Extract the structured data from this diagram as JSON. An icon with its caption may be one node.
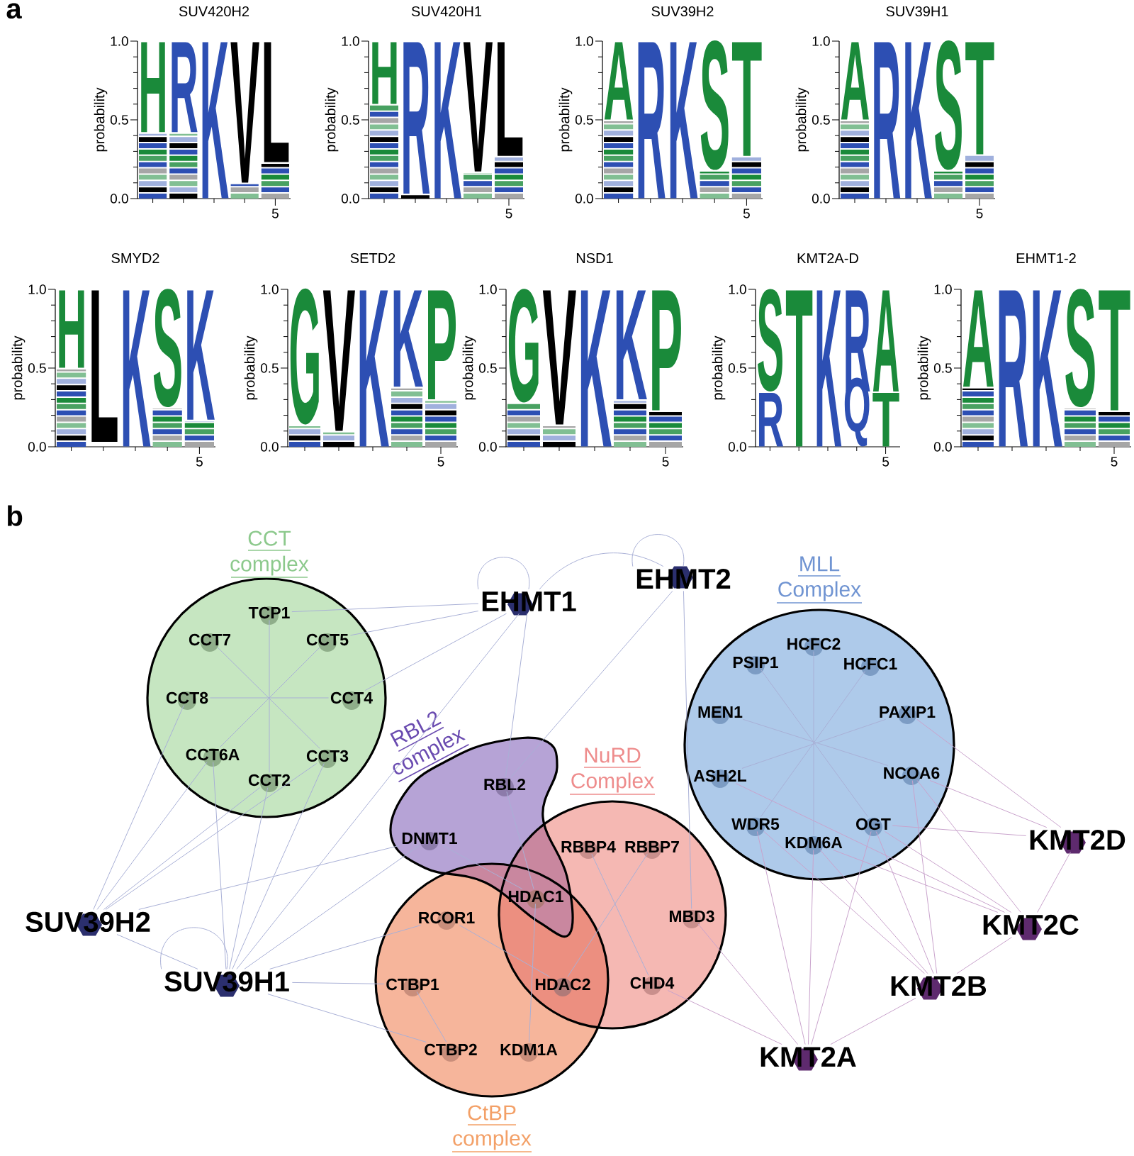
{
  "diagram": {
    "nodes": [
      {
        "text": [
          "CCT complex"
        ]
      },
      {
        "text": [
          "TCP1"
        ],
        "in": 0
      },
      {
        "text": [
          "CCT7"
        ],
        "in": 0
      },
      {
        "text": [
          "CCT5"
        ],
        "in": 0
      },
      {
        "text": [
          "CCT8"
        ],
        "in": 0
      },
      {
        "text": [
          "CCT4"
        ],
        "in": 0
      },
      {
        "text": [
          "CCT6A"
        ],
        "in": 0
      },
      {
        "text": [
          "CCT3"
        ],
        "in": 0
      },
      {
        "text": [
          "CCT2"
        ],
        "in": 0
      },
      {
        "text": [
          "RBL2 complex"
        ]
      },
      {
        "text": [
          "RBL2"
        ],
        "in": 9
      },
      {
        "text": [
          "DNMT1"
        ],
        "in": 9
      },
      {
        "text": [
          "NuRD Complex"
        ]
      },
      {
        "text": [
          "RBBP4"
        ],
        "in": 12
      },
      {
        "text": [
          "RBBP7"
        ],
        "in": 12
      },
      {
        "text": [
          "MBD3"
        ],
        "in": 12
      },
      {
        "text": [
          "CHD4"
        ],
        "in": 12
      },
      {
        "text": [
          "CtBP complex"
        ]
      },
      {
        "text": [
          "RCOR1"
        ],
        "in": 17
      },
      {
        "text": [
          "CTBP1"
        ],
        "in": 17
      },
      {
        "text": [
          "CTBP2"
        ],
        "in": 17
      },
      {
        "text": [
          "KDM1A"
        ],
        "in": 17
      },
      {
        "text": [
          "HDAC1"
        ]
      },
      {
        "text": [
          "HDAC2"
        ]
      },
      {
        "text": [
          "MLL Complex"
        ]
      },
      {
        "text": [
          "HCFC2"
        ],
        "in": 24
      },
      {
        "text": [
          "PSIP1"
        ],
        "in": 24
      },
      {
        "text": [
          "HCFC1"
        ],
        "in": 24
      },
      {
        "text": [
          "MEN1"
        ],
        "in": 24
      },
      {
        "text": [
          "PAXIP1"
        ],
        "in": 24
      },
      {
        "text": [
          "ASH2L"
        ],
        "in": 24
      },
      {
        "text": [
          "NCOA6"
        ],
        "in": 24
      },
      {
        "text": [
          "WDR5"
        ],
        "in": 24
      },
      {
        "text": [
          "OGT"
        ],
        "in": 24
      },
      {
        "text": [
          "KDM6A"
        ],
        "in": 24
      },
      {
        "text": [
          "EHMT1"
        ]
      },
      {
        "text": [
          "EHMT2"
        ]
      },
      {
        "text": [
          "SUV39H2"
        ]
      },
      {
        "text": [
          "SUV39H1"
        ]
      },
      {
        "text": [
          "KMT2D"
        ]
      },
      {
        "text": [
          "KMT2C"
        ]
      },
      {
        "text": [
          "KMT2B"
        ]
      },
      {
        "text": [
          "KMT2A"
        ]
      }
    ],
    "edges": [
      {
        "from": 35,
        "to": 1,
        "arrow": "none"
      },
      {
        "from": 35,
        "to": 3,
        "arrow": "none"
      },
      {
        "from": 35,
        "to": 5,
        "arrow": "none"
      },
      {
        "from": 35,
        "to": 10,
        "arrow": "none"
      },
      {
        "from": 35,
        "to": 38,
        "arrow": "none"
      },
      {
        "from": 35,
        "to": 36,
        "arrow": "none"
      },
      {
        "from": 35,
        "to": 35,
        "arrow": "none"
      },
      {
        "from": 36,
        "to": 10,
        "arrow": "none"
      },
      {
        "from": 36,
        "to": 15,
        "arrow": "none"
      },
      {
        "from": 36,
        "to": 36,
        "arrow": "none"
      },
      {
        "from": 37,
        "to": 4,
        "arrow": "none"
      },
      {
        "from": 37,
        "to": 6,
        "arrow": "none"
      },
      {
        "from": 37,
        "to": 8,
        "arrow": "none"
      },
      {
        "from": 37,
        "to": 7,
        "arrow": "none"
      },
      {
        "from": 37,
        "to": 11,
        "arrow": "none"
      },
      {
        "from": 37,
        "to": 38,
        "arrow": "none"
      },
      {
        "from": 38,
        "to": 6,
        "arrow": "none"
      },
      {
        "from": 38,
        "to": 8,
        "arrow": "none"
      },
      {
        "from": 38,
        "to": 7,
        "arrow": "none"
      },
      {
        "from": 38,
        "to": 11,
        "arrow": "none"
      },
      {
        "from": 38,
        "to": 18,
        "arrow": "none"
      },
      {
        "from": 38,
        "to": 19,
        "arrow": "none"
      },
      {
        "from": 38,
        "to": 20,
        "arrow": "none"
      },
      {
        "from": 38,
        "to": 38,
        "arrow": "none"
      },
      {
        "from": 39,
        "to": 29,
        "arrow": "none",
        "color": "#c9a3cc"
      },
      {
        "from": 39,
        "to": 31,
        "arrow": "none",
        "color": "#c9a3cc"
      },
      {
        "from": 39,
        "to": 33,
        "arrow": "none",
        "color": "#c9a3cc"
      },
      {
        "from": 39,
        "to": 40,
        "arrow": "none",
        "color": "#c9a3cc"
      },
      {
        "from": 40,
        "to": 30,
        "arrow": "none",
        "color": "#c9a3cc"
      },
      {
        "from": 40,
        "to": 31,
        "arrow": "none",
        "color": "#c9a3cc"
      },
      {
        "from": 40,
        "to": 33,
        "arrow": "none",
        "color": "#c9a3cc"
      },
      {
        "from": 40,
        "to": 34,
        "arrow": "none",
        "color": "#c9a3cc"
      },
      {
        "from": 40,
        "to": 41,
        "arrow": "none",
        "color": "#c9a3cc"
      },
      {
        "from": 41,
        "to": 31,
        "arrow": "none",
        "color": "#c9a3cc"
      },
      {
        "from": 41,
        "to": 32,
        "arrow": "none",
        "color": "#c9a3cc"
      },
      {
        "from": 41,
        "to": 33,
        "arrow": "none",
        "color": "#c9a3cc"
      },
      {
        "from": 41,
        "to": 34,
        "arrow": "none",
        "color": "#c9a3cc"
      },
      {
        "from": 41,
        "to": 42,
        "arrow": "none",
        "color": "#c9a3cc"
      },
      {
        "from": 42,
        "to": 32,
        "arrow": "none",
        "color": "#c9a3cc"
      },
      {
        "from": 42,
        "to": 34,
        "arrow": "none",
        "color": "#c9a3cc"
      },
      {
        "from": 42,
        "to": 33,
        "arrow": "none",
        "color": "#c9a3cc"
      },
      {
        "from": 42,
        "to": 15,
        "arrow": "none",
        "color": "#c9a3cc"
      },
      {
        "from": 42,
        "to": 16,
        "arrow": "none",
        "color": "#c9a3cc"
      },
      {
        "from": 1,
        "to": 8,
        "arrow": "none"
      },
      {
        "from": 2,
        "to": 7,
        "arrow": "none"
      },
      {
        "from": 3,
        "to": 6,
        "arrow": "none"
      },
      {
        "from": 4,
        "to": 5,
        "arrow": "none"
      },
      {
        "from": 25,
        "to": 34,
        "arrow": "none"
      },
      {
        "from": 26,
        "to": 33,
        "arrow": "none"
      },
      {
        "from": 28,
        "to": 31,
        "arrow": "none"
      },
      {
        "from": 27,
        "to": 32,
        "arrow": "none"
      },
      {
        "from": 30,
        "to": 29,
        "arrow": "none"
      },
      {
        "from": 13,
        "to": 16,
        "arrow": "none"
      },
      {
        "from": 14,
        "to": 23,
        "arrow": "none"
      },
      {
        "from": 22,
        "to": 21,
        "arrow": "none"
      },
      {
        "from": 18,
        "to": 23,
        "arrow": "none"
      },
      {
        "from": 19,
        "to": 20,
        "arrow": "none"
      },
      {
        "from": 11,
        "to": 22,
        "arrow": "none"
      },
      {
        "from": 10,
        "to": 22,
        "arrow": "none"
      }
    ],
    "labels": [
      "a",
      "SUV420H2",
      "1.0",
      "0.5",
      "0.0",
      "probability",
      "H",
      "R",
      "K",
      "V",
      "L",
      "5",
      "SUV420H1",
      "1.0",
      "0.5",
      "0.0",
      "probability",
      "H",
      "R",
      "K",
      "V",
      "L",
      "5",
      "SUV39H2",
      "1.0",
      "0.5",
      "0.0",
      "probability",
      "A",
      "R",
      "K",
      "S",
      "T",
      "5",
      "SUV39H1",
      "1.0",
      "0.5",
      "0.0",
      "probability",
      "A",
      "R",
      "K",
      "S",
      "T",
      "5",
      "SMYD2",
      "1.0",
      "0.5",
      "0.0",
      "probability",
      "H",
      "L",
      "K",
      "S",
      "K",
      "5",
      "SETD2",
      "1.0",
      "0.5",
      "0.0",
      "probability",
      "G",
      "V",
      "K",
      "K",
      "P",
      "5",
      "NSD1",
      "1.0",
      "0.5",
      "0.0",
      "probability",
      "G",
      "V",
      "K",
      "K",
      "P",
      "5",
      "KMT2A-D",
      "1.0",
      "0.5",
      "0.0",
      "probability",
      "S",
      "R",
      "T",
      "K",
      "R",
      "Q",
      "A",
      "T",
      "5",
      "EHMT1-2",
      "1.0",
      "0.5",
      "0.0",
      "probability",
      "A",
      "R",
      "K",
      "S",
      "T",
      "5",
      "b"
    ]
  }
}
